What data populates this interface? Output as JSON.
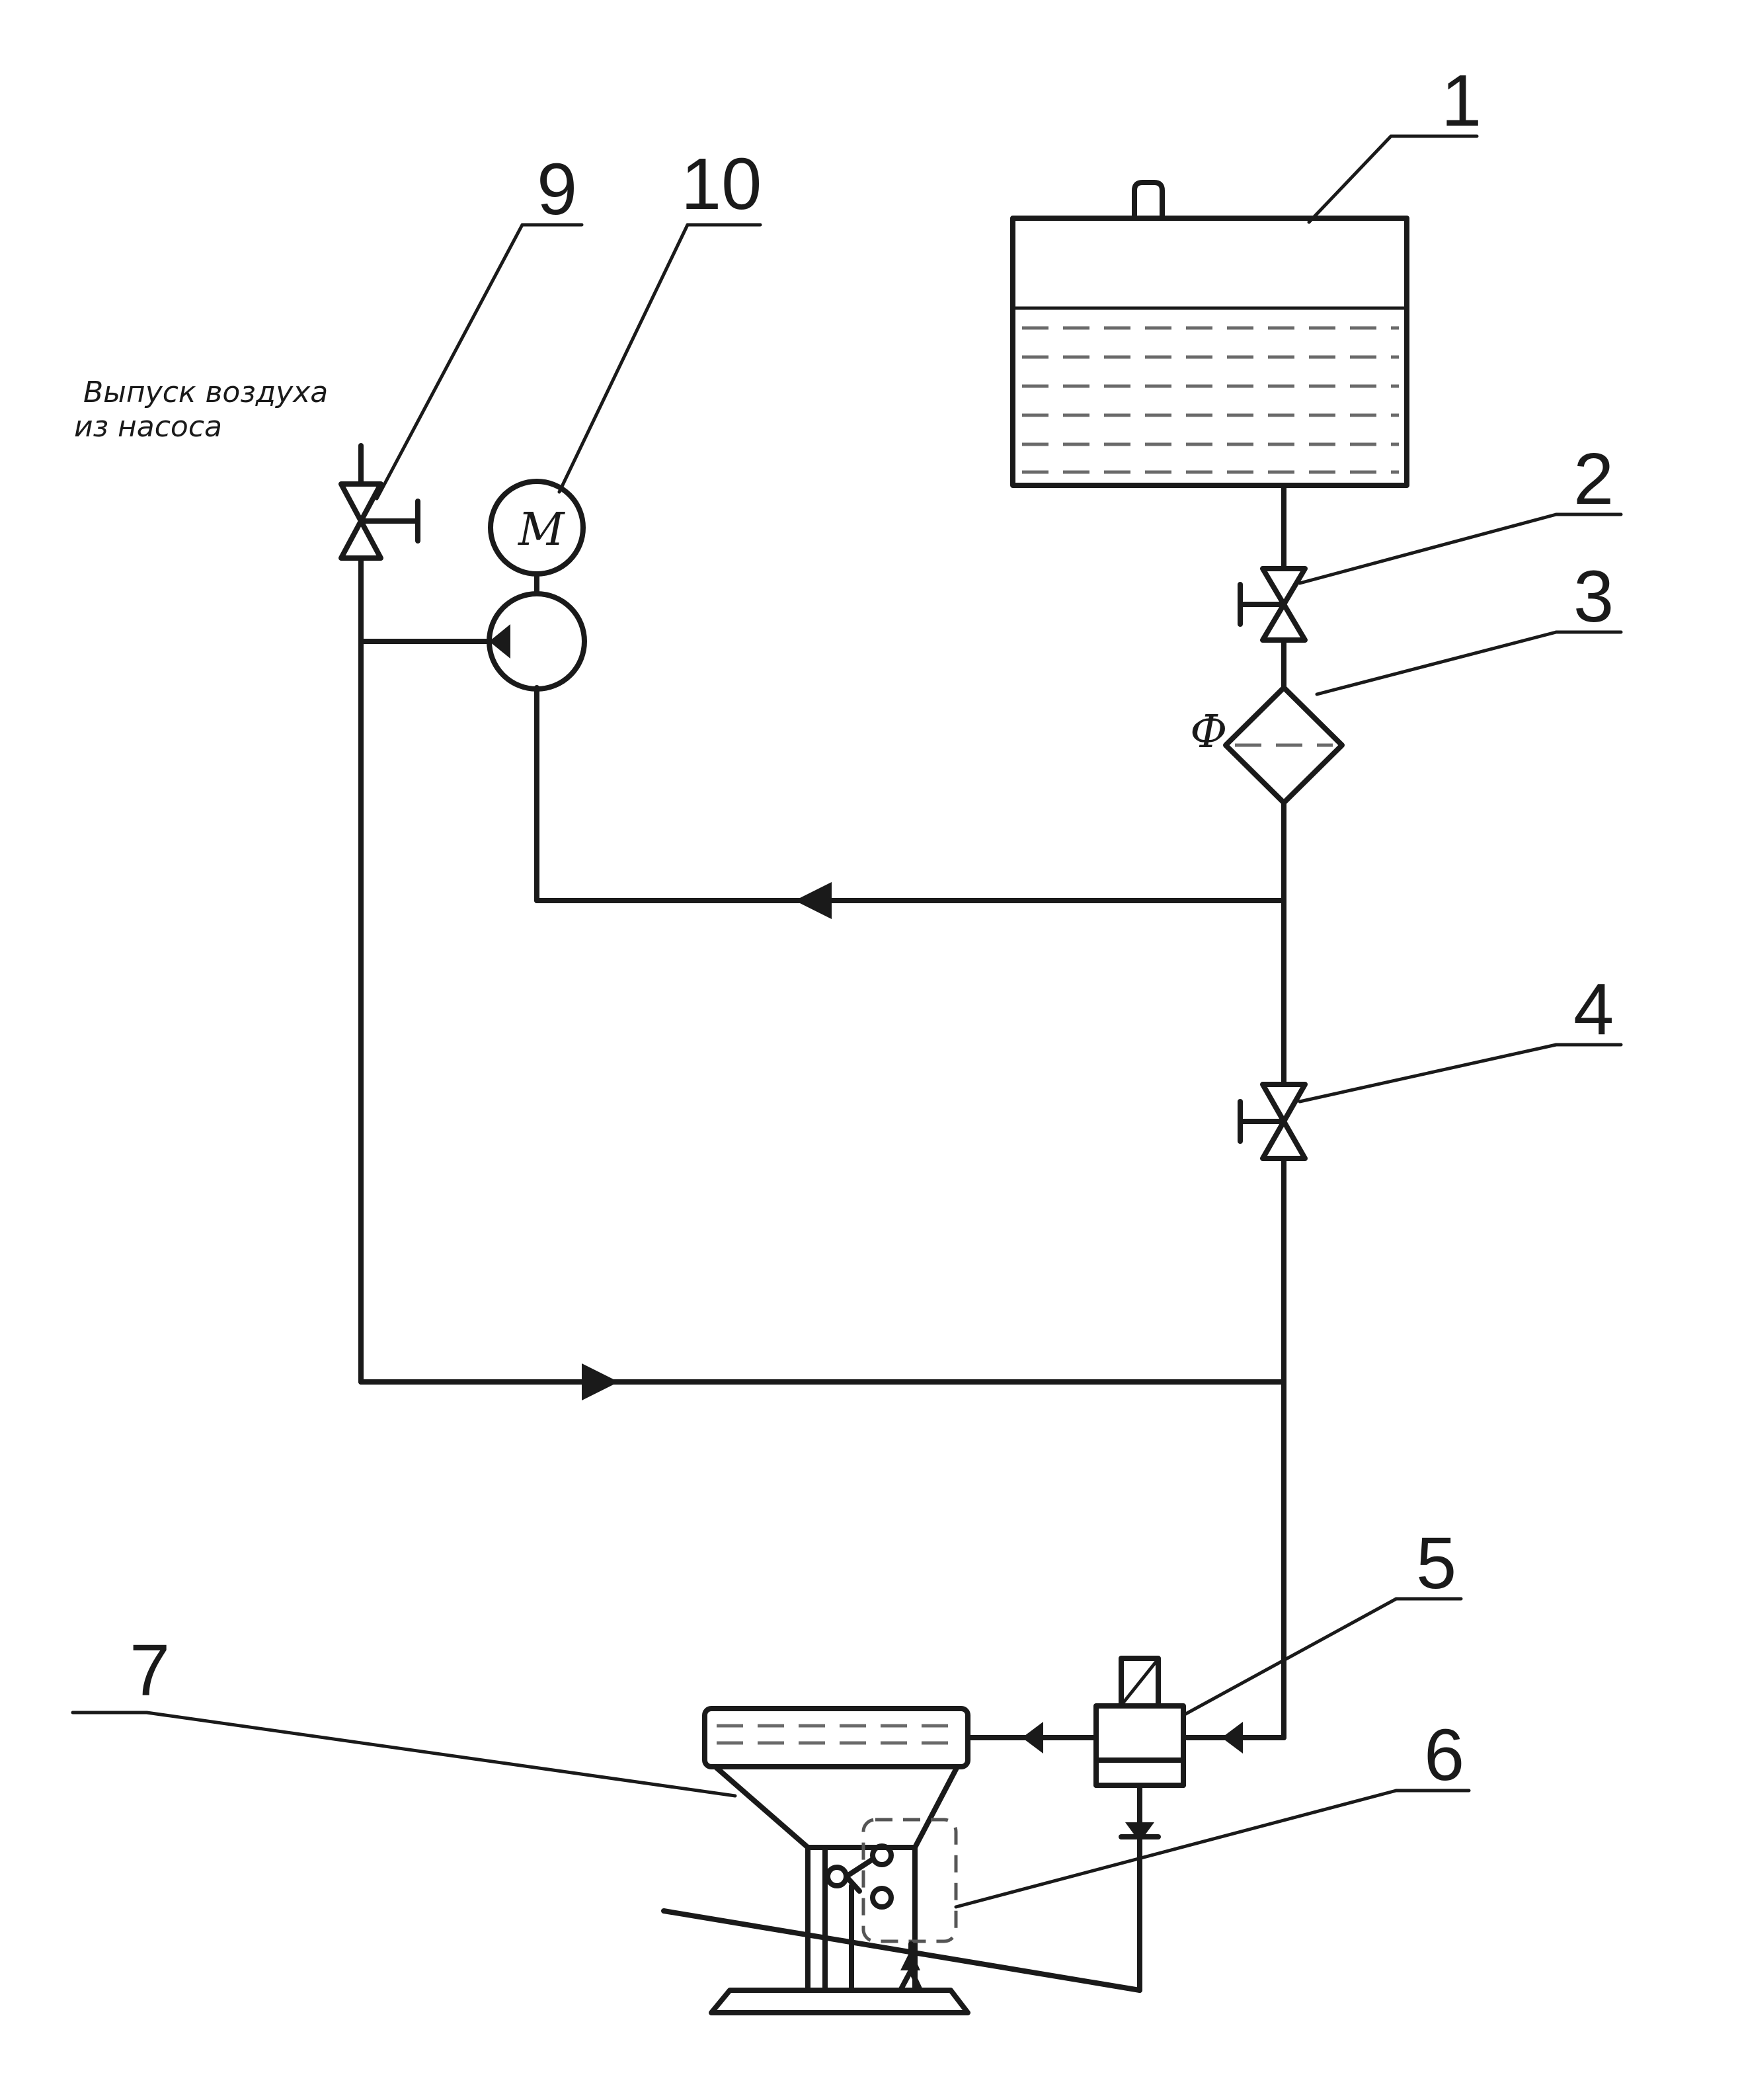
{
  "labels": {
    "tank": "1",
    "valve_top": "2",
    "filter": "3",
    "valve_mid": "4",
    "solenoid_valve": "5",
    "pedal_switch": "6",
    "bowl": "7",
    "vent_valve": "9",
    "pump_motor": "10"
  },
  "symbols": {
    "motor_letter": "M",
    "filter_letter": "Ф"
  },
  "annotation": {
    "line1": "Выпуск воздуха",
    "line2": "из насоса"
  },
  "icons": [
    "tank-icon",
    "gate-valve-icon",
    "filter-icon",
    "motor-icon",
    "pump-icon",
    "solenoid-valve-icon",
    "toilet-bowl-icon",
    "pedal-switch-icon",
    "flow-arrow-icon"
  ]
}
